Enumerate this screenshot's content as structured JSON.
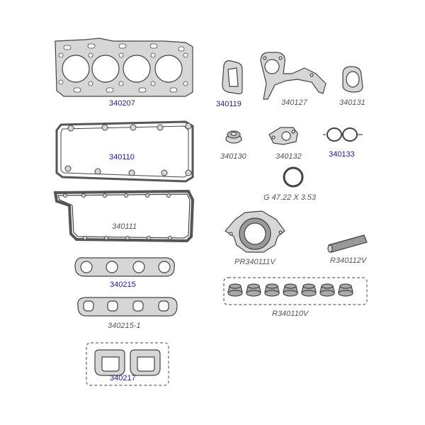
{
  "parts": {
    "p340207": "340207",
    "p340119": "340119",
    "p340127": "340127",
    "p340131": "340131",
    "p340110": "340110",
    "p340130": "340130",
    "p340132": "340132",
    "p340133": "340133",
    "g4722": "G 47.22 X 3.53",
    "p340111": "340111",
    "pr340111v": "PR340111V",
    "r340112v": "R340112V",
    "p340215": "340215",
    "r340110v": "R340110V",
    "p340215_1": "340215-1",
    "p340217": "340217"
  },
  "colors": {
    "link": "#1a1aa6",
    "plain": "#555555",
    "gasket_fill": "#d4d4d4",
    "outline": "#444444"
  }
}
